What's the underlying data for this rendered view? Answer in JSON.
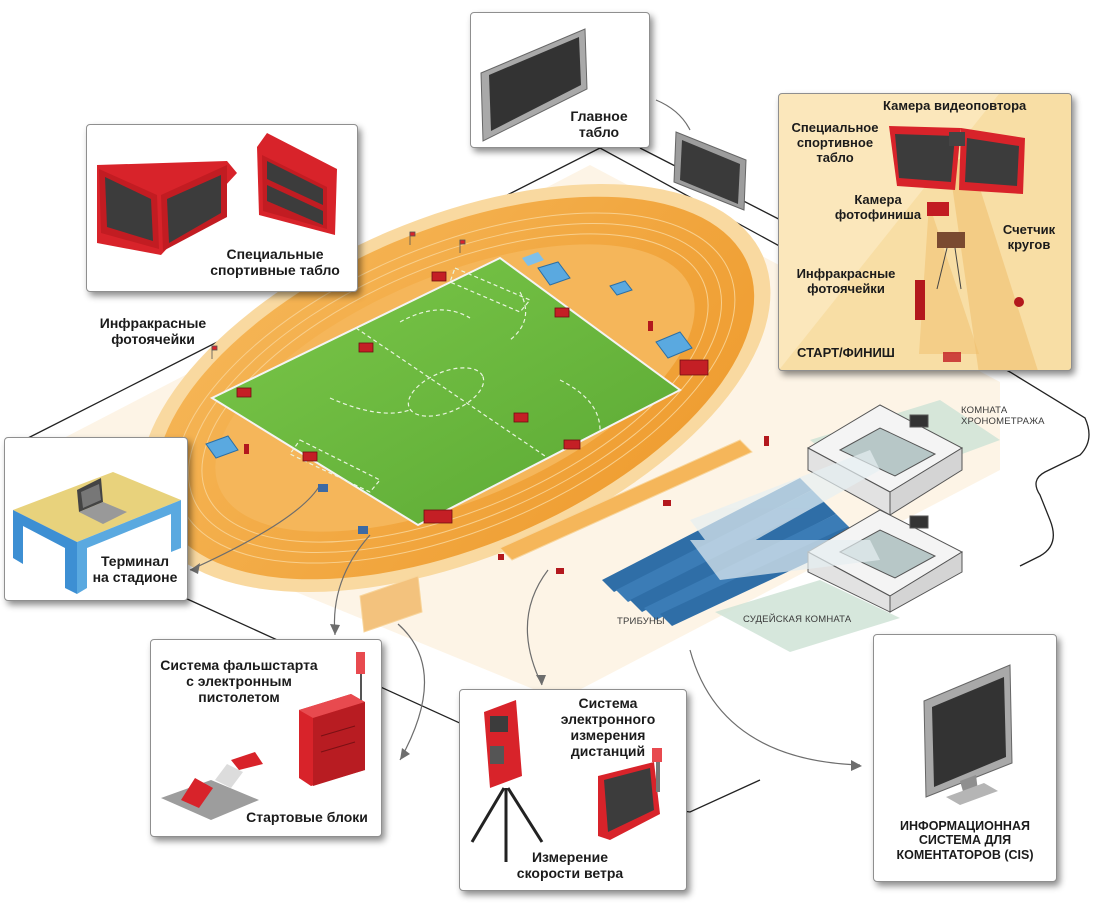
{
  "colors": {
    "track": "#f1a43c",
    "track_light": "#f7c77c",
    "field": "#6fbe3e",
    "board_red": "#d8232a",
    "board_screen": "#3a3a3a",
    "panel_cream": "#fbe7bb",
    "room_floor": "#cfe3d6"
  },
  "labels": {
    "main_board": "Главное\nтабло",
    "special_boards": "Специальные\nспортивные табло",
    "infrared_left": "Инфракрасные\nфотоячейки",
    "terminal": "Терминал\nна стадионе",
    "false_start": "Система фальшстарта\nс электронным\nпистолетом",
    "start_blocks": "Стартовые блоки",
    "distance_system": "Система\nэлектронного\nизмерения\nдистанций",
    "wind_speed": "Измерение\nскорости ветра",
    "cis": "ИНФОРМАЦИОННАЯ\nСИСТЕМА ДЛЯ\nКОМЕНТАТОРОВ (CIS)",
    "timing_room": "КОМНАТА\nХРОНОМЕТРАЖА",
    "stands": "ТРИБУНЫ",
    "judges_room": "СУДЕЙСКАЯ КОМНАТА"
  },
  "finish_panel": {
    "replay_camera": "Камера видеоповтора",
    "special_board": "Специальное\nспортивное\nтабло",
    "photo_finish_camera": "Камера\nфотофиниша",
    "lap_counter": "Счетчик\nкругов",
    "infrared": "Инфракрасные\nфотоячейки",
    "start_finish": "СТАРТ/ФИНИШ"
  }
}
